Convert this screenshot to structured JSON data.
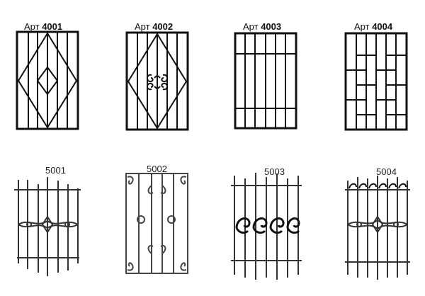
{
  "row1": [
    {
      "prefix": "Арт",
      "number": "4001"
    },
    {
      "prefix": "Арт",
      "number": "4002"
    },
    {
      "prefix": "Арт",
      "number": "4003"
    },
    {
      "prefix": "Арт",
      "number": "4004"
    }
  ],
  "row2": [
    "5001",
    "5002",
    "5003",
    "5004"
  ]
}
